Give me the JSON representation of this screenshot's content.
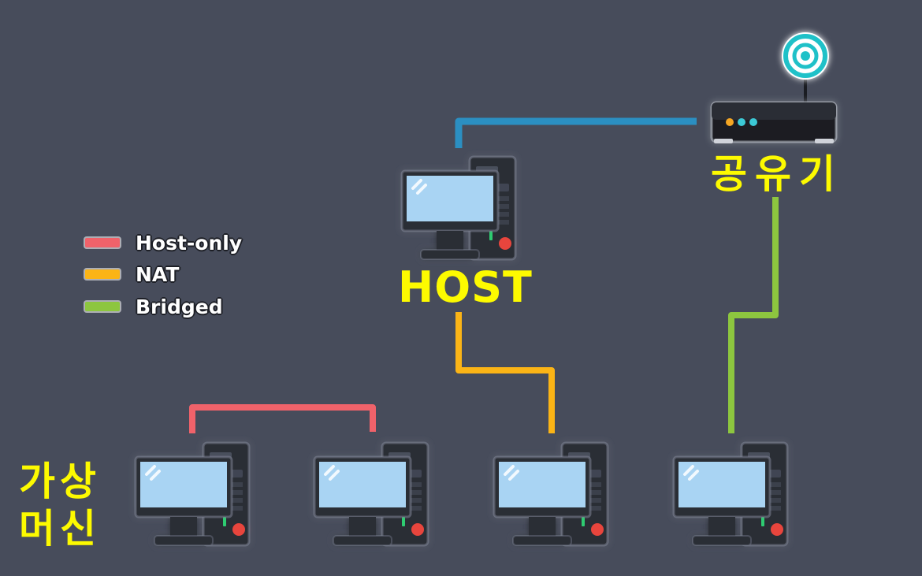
{
  "labels": {
    "host": "HOST",
    "router": "공유기",
    "vm_line1": "가상",
    "vm_line2": "머신"
  },
  "legend": [
    {
      "label": "Host-only",
      "color": "#f0626a"
    },
    {
      "label": "NAT",
      "color": "#fbb416"
    },
    {
      "label": "Bridged",
      "color": "#8dc63f"
    }
  ],
  "colors": {
    "background": "#474c5b",
    "label_yellow": "#fdfa00",
    "host_router_link": "#2b8fc2",
    "host_only": "#f0626a",
    "nat": "#fbb416",
    "bridged": "#8dc63f",
    "screen": "#a9d4f3",
    "case": "#2b2e36",
    "led_green": "#2ecc71",
    "led_red": "#e8453c",
    "router_led_orange": "#f5a623",
    "router_led_teal": "#3cc9d6",
    "wifi_teal": "#1fc1c8"
  },
  "icons": {
    "router": "router-icon",
    "wifi": "wifi-signal-icon",
    "computer": "desktop-computer-icon"
  }
}
